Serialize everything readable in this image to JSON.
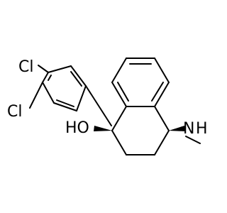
{
  "molecule": {
    "atom_labels": {
      "cl_top": "Cl",
      "cl_bottom": "Cl",
      "hydroxyl": "HO",
      "amine_n": "N",
      "amine_h": "H"
    }
  }
}
